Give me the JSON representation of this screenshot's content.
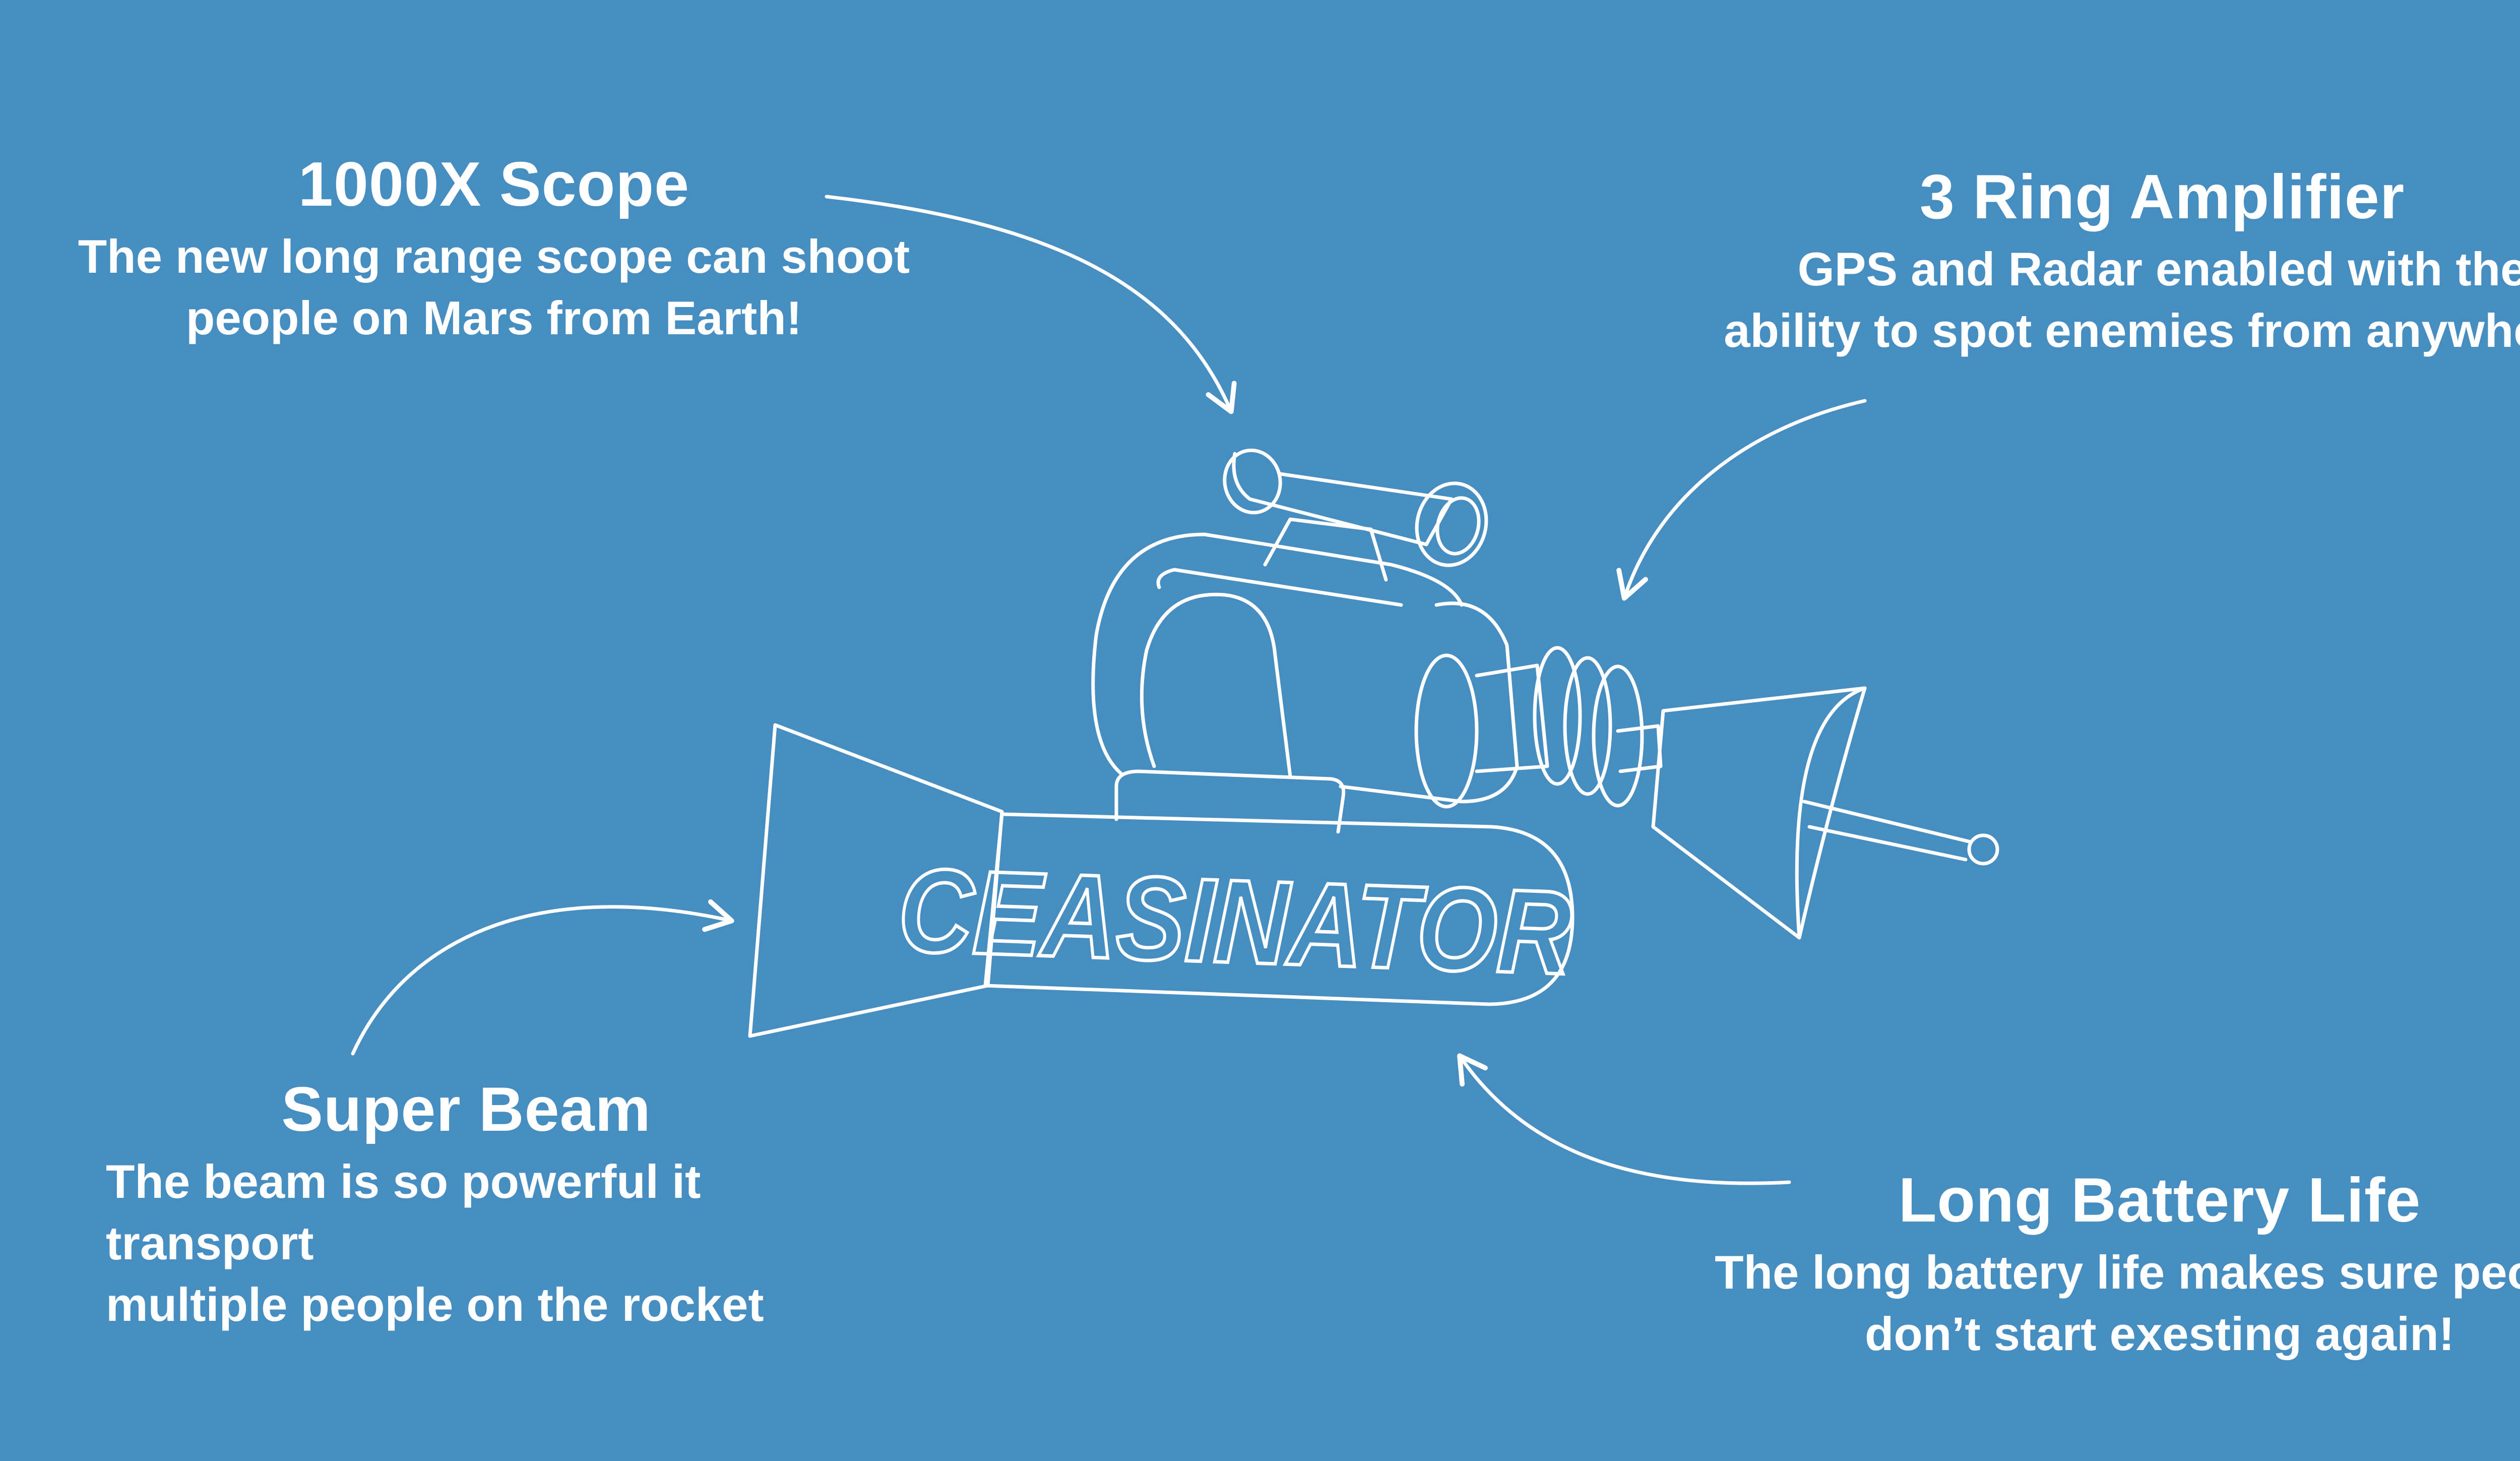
{
  "background_color": "#468dc2",
  "line_color": "#ffffff",
  "device_label": "CEASINATOR",
  "callouts": {
    "scope": {
      "title": "1000X Scope",
      "line1": "The new long range scope can shoot",
      "line2": "people on Mars from Earth!"
    },
    "ring": {
      "title": "3 Ring Amplifier",
      "line1": "GPS and Radar enabled with the",
      "line2": "ability to spot enemies from anywhere!"
    },
    "beam": {
      "title": "Super Beam",
      "line1": "The beam is so powerful it transport",
      "line2": "multiple people on the rocket"
    },
    "battery": {
      "title": "Long Battery Life",
      "line1": "The long battery life makes sure people",
      "line2": "don’t start exesting again!"
    }
  }
}
